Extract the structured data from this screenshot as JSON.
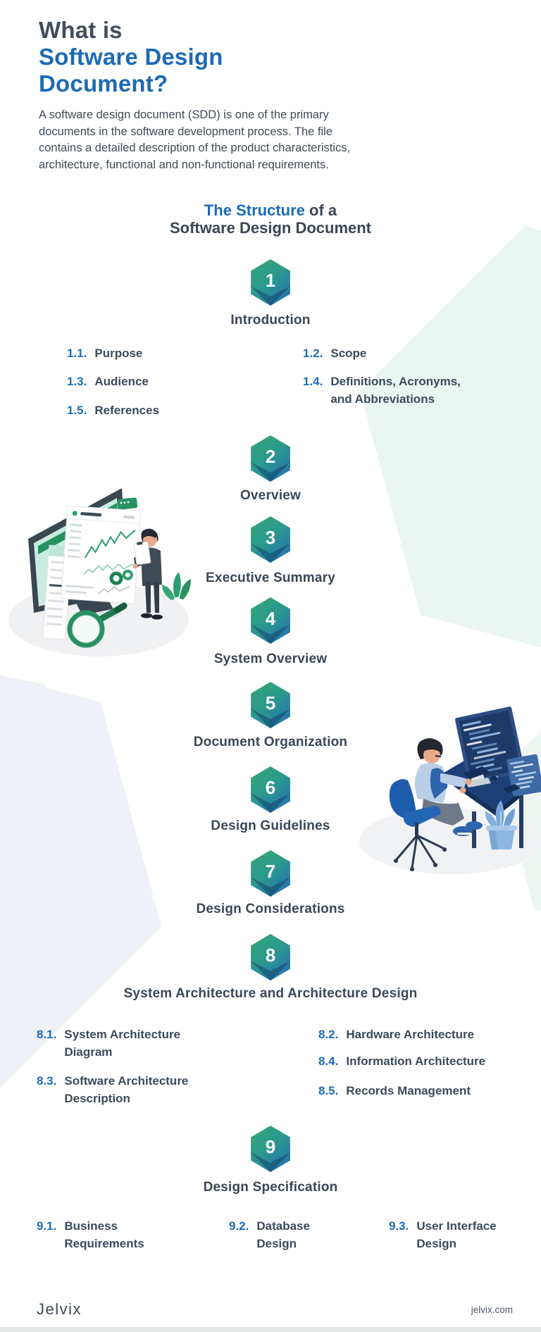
{
  "header": {
    "title_line1": "What is",
    "title_line2": "Software Design",
    "title_line3": "Document?",
    "intro_lines": [
      "A software design document (SDD) is one of the primary",
      "documents in the software development process. The file",
      "contains a detailed description of the product characteristics,",
      "architecture, functional and non-functional requirements."
    ]
  },
  "structure_heading": {
    "accent": "The Structure",
    "line1_rest": " of a",
    "line2": "Software Design Document"
  },
  "timeline": [
    {
      "num": "1",
      "title": "Introduction"
    },
    {
      "num": "2",
      "title": "Overview"
    },
    {
      "num": "3",
      "title": "Executive Summary"
    },
    {
      "num": "4",
      "title": "System Overview"
    },
    {
      "num": "5",
      "title": "Document Organization"
    },
    {
      "num": "6",
      "title": "Design Guidelines"
    },
    {
      "num": "7",
      "title": "Design Considerations"
    },
    {
      "num": "8",
      "title": "System Architecture and Architecture Design"
    },
    {
      "num": "9",
      "title": "Design Specification"
    }
  ],
  "subsections": {
    "s1": [
      {
        "num": "1.1.",
        "label": "Purpose"
      },
      {
        "num": "1.2.",
        "label": "Scope"
      },
      {
        "num": "1.3.",
        "label": "Audience"
      },
      {
        "num": "1.4.",
        "label": "Definitions, Acronyms, and Abbreviations"
      },
      {
        "num": "1.5.",
        "label": "References"
      }
    ],
    "s8": [
      {
        "num": "8.1.",
        "label": "System Architecture Diagram"
      },
      {
        "num": "8.2.",
        "label": "Hardware Architecture"
      },
      {
        "num": "8.3.",
        "label": "Software Architecture Description"
      },
      {
        "num": "8.4.",
        "label": "Information Architecture"
      },
      {
        "num": "8.5.",
        "label": "Records Management"
      }
    ],
    "s9": [
      {
        "num": "9.1.",
        "label": "Business Requirements"
      },
      {
        "num": "9.2.",
        "label": "Database Design"
      },
      {
        "num": "9.3.",
        "label": "User Interface Design"
      }
    ]
  },
  "footer": {
    "logo": "Jelvix",
    "site": "jelvix.com"
  },
  "colors": {
    "accent_blue": "#1d6ab4",
    "dark_text": "#3b4757",
    "hex_gradient_green": "#36a572",
    "hex_gradient_blue": "#2270b2",
    "bg_mint": "#ebf5f1",
    "bg_pale_blue": "#eef1f7"
  },
  "illustrations": {
    "left": "person-analyzing-dashboard-on-big-monitor-with-magnifier",
    "right": "developer-coding-at-desk-with-monitor"
  }
}
